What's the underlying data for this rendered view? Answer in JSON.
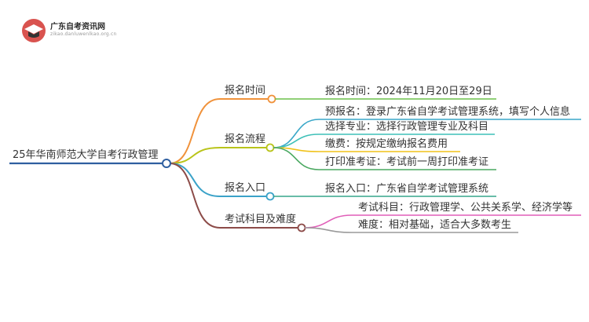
{
  "brand": {
    "name": "广东自考资讯网",
    "url": "zikao.danluwenlkao.org.cn",
    "colors": {
      "mark_red": "#d9534f",
      "mark_dark": "#333333"
    }
  },
  "mindmap": {
    "root": "25年华南师范大学自考行政管理",
    "branches": [
      {
        "label": "报名时间",
        "color": "#f0923b",
        "children": [
          {
            "text": "报名时间：2024年11月20日至29日",
            "color": "#6cc04a"
          }
        ]
      },
      {
        "label": "报名流程",
        "color": "#b9c41a",
        "children": [
          {
            "text": "预报名：登录广东省自学考试管理系统，填写个人信息",
            "color": "#3aa7c8"
          },
          {
            "text": "选择专业：选择行政管理专业及科目",
            "color": "#3ec0b8"
          },
          {
            "text": "缴费：按规定缴纳报名费用",
            "color": "#f0c21a"
          },
          {
            "text": "打印准考证：考试前一周打印准考证",
            "color": "#4aa860"
          }
        ]
      },
      {
        "label": "报名入口",
        "color": "#3aa2c8",
        "children": [
          {
            "text": "报名入口：广东省自学考试管理系统",
            "color": "#36a58c"
          }
        ]
      },
      {
        "label": "考试科目及难度",
        "color": "#8c4b48",
        "children": [
          {
            "text": "考试科目：行政管理学、公共关系学、经济学等",
            "color": "#e05fb8"
          },
          {
            "text": "难度：相对基础，适合大多数考生",
            "color": "#9a9a9a"
          }
        ]
      }
    ],
    "root_color": "#2f5fa0"
  }
}
